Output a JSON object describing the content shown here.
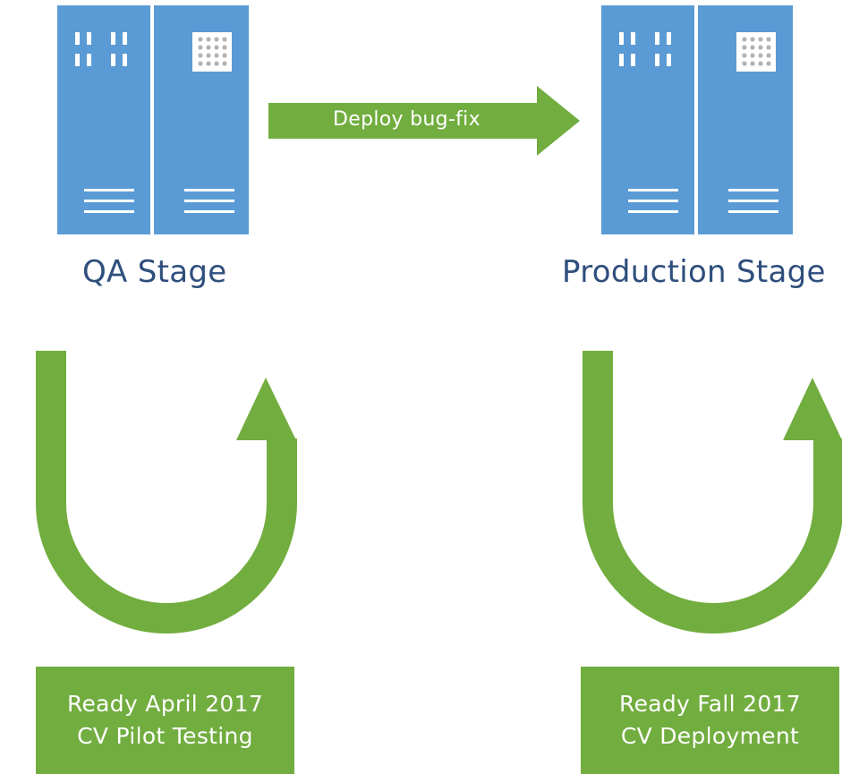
{
  "colors": {
    "server": "#5b9bd5",
    "arrow": "#72ad3f",
    "label": "#2e4e7c",
    "detail": "#ffffff",
    "status_text": "#ffffff"
  },
  "stages": [
    {
      "label": "QA Stage",
      "icon": "server-rack-icon"
    },
    {
      "label": "Production  Stage",
      "icon": "server-rack-icon"
    }
  ],
  "deploy_arrow": {
    "label": "Deploy bug-fix"
  },
  "loops": [
    {
      "status": [
        "Ready April 2017",
        "CV Pilot Testing"
      ]
    },
    {
      "status": [
        "Ready Fall 2017",
        "CV Deployment"
      ]
    }
  ]
}
